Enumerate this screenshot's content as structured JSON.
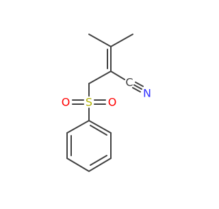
{
  "molecule": {
    "atoms": {
      "c_label": "C",
      "n_label": "N",
      "s_label": "S",
      "o_left_label": "O",
      "o_right_label": "O"
    },
    "colors": {
      "bond": "#404040",
      "carbon_label": "#404040",
      "nitrogen": "#3333ff",
      "sulfur": "#b2b200",
      "oxygen": "#ff0000",
      "background": "#ffffff"
    }
  }
}
